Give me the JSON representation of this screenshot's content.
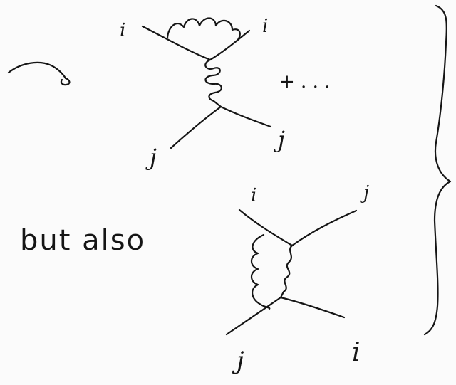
{
  "labels": {
    "top_left": "i",
    "top_right": "i",
    "top_bottom_left": "j",
    "top_bottom_right": "j",
    "plus": "+ . . .",
    "bottom_top_left": "i",
    "bottom_top_right": "j",
    "bottom_bottom_left": "j",
    "bottom_bottom_right": "i"
  },
  "caption": "but also"
}
